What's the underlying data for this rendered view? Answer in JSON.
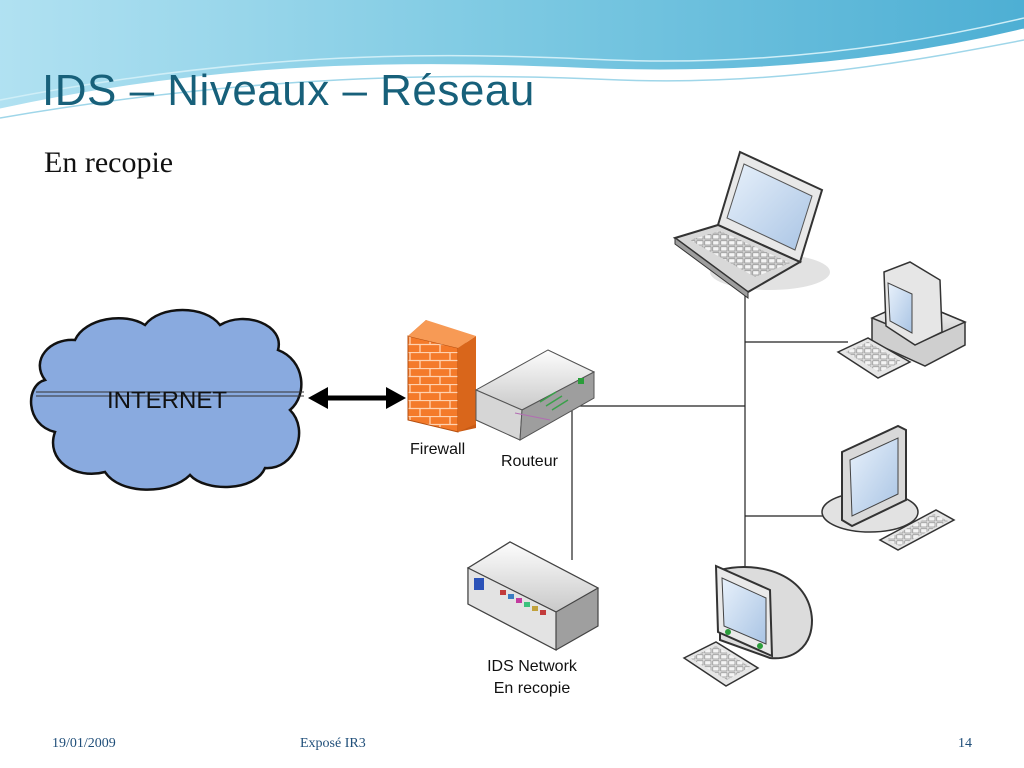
{
  "slide": {
    "title": "IDS – Niveaux – Réseau",
    "subtitle": "En recopie"
  },
  "diagram": {
    "internet_label": "INTERNET",
    "firewall_label": "Firewall",
    "router_label": "Routeur",
    "ids_label_line1": "IDS Network",
    "ids_label_line2": "En recopie"
  },
  "footer": {
    "date": "19/01/2009",
    "center": "Exposé IR3",
    "page": "14"
  },
  "colors": {
    "title": "#17607a",
    "cloud": "#89aadf",
    "firewall": "#f47a2a",
    "wave": "#6ec3df"
  },
  "icons": [
    "cloud-icon",
    "firewall-icon",
    "router-icon",
    "ids-box-icon",
    "laptop-icon",
    "desktop-tower-icon",
    "crt-monitor-icon",
    "imac-icon"
  ]
}
